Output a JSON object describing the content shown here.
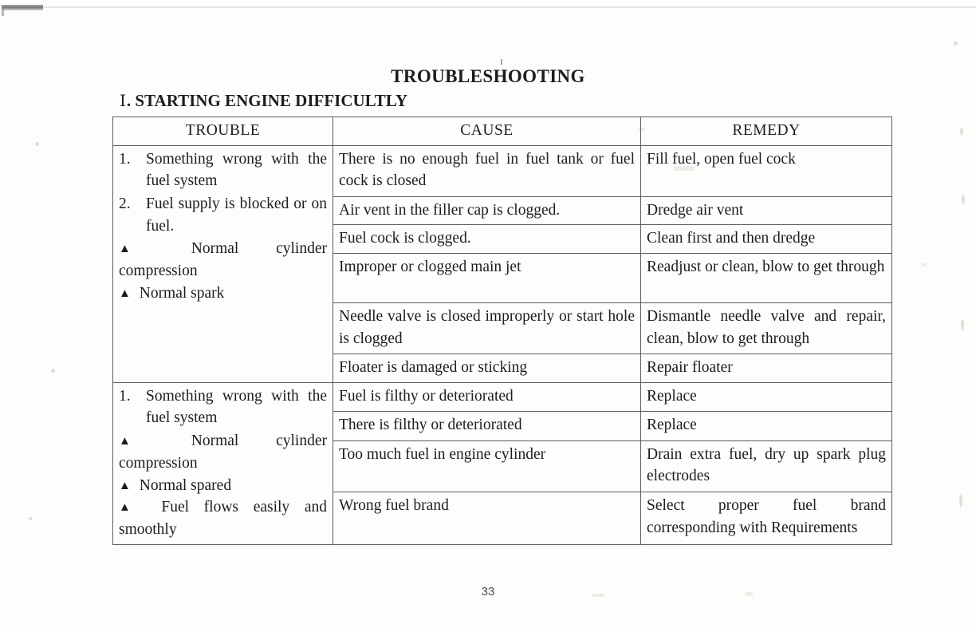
{
  "document": {
    "title": "TROUBLESHOOTING",
    "section_numeral": "Ⅰ",
    "section_separator": ".",
    "section_title": "STARTING ENGINE DIFFICULTLY",
    "page_number": "33"
  },
  "table": {
    "headers": {
      "trouble": "TROUBLE",
      "cause": "CAUSE",
      "remedy": "REMEDY"
    },
    "groups": [
      {
        "trouble": {
          "numbered": [
            {
              "num": "1.",
              "text": "Something wrong with the fuel system"
            },
            {
              "num": "2.",
              "text": "Fuel supply is blocked or on fuel."
            }
          ],
          "bullets": [
            {
              "marker": "▲",
              "text": "Normal cylinder compression",
              "spread": true
            },
            {
              "marker": "▲",
              "text": "Normal spark",
              "spread": false
            }
          ]
        },
        "rows": [
          {
            "cause": "There is no enough fuel in fuel tank or fuel cock is closed",
            "remedy": "Fill fuel, open fuel cock"
          },
          {
            "cause": "Air vent in the filler cap is clogged.",
            "remedy": "Dredge air vent"
          },
          {
            "cause": "Fuel cock is clogged.",
            "remedy": "Clean first and then dredge"
          },
          {
            "cause": "Improper or clogged main jet",
            "remedy": "Readjust or clean, blow to get through"
          },
          {
            "cause": "Needle valve is closed improperly or start hole is clogged",
            "remedy": "Dismantle needle valve and repair, clean, blow to get through"
          },
          {
            "cause": "Floater is damaged or sticking",
            "remedy": "Repair floater"
          }
        ]
      },
      {
        "trouble": {
          "numbered": [
            {
              "num": "1.",
              "text": "Something wrong with the fuel system"
            }
          ],
          "bullets": [
            {
              "marker": "▲",
              "text": "Normal cylinder compression",
              "spread": true
            },
            {
              "marker": "▲",
              "text": "Normal spared",
              "spread": false
            },
            {
              "marker": "▲",
              "text": "Fuel flows easily and smoothly",
              "spread": false
            }
          ]
        },
        "rows": [
          {
            "cause": "Fuel is filthy or deteriorated",
            "remedy": "Replace"
          },
          {
            "cause": "There is filthy or deteriorated",
            "remedy": "Replace"
          },
          {
            "cause": "Too much fuel in engine cylinder",
            "remedy": "Drain extra fuel, dry up spark plug electrodes"
          },
          {
            "cause": "Wrong fuel brand",
            "remedy": "Select proper fuel brand corresponding with Requirements"
          }
        ]
      }
    ]
  }
}
